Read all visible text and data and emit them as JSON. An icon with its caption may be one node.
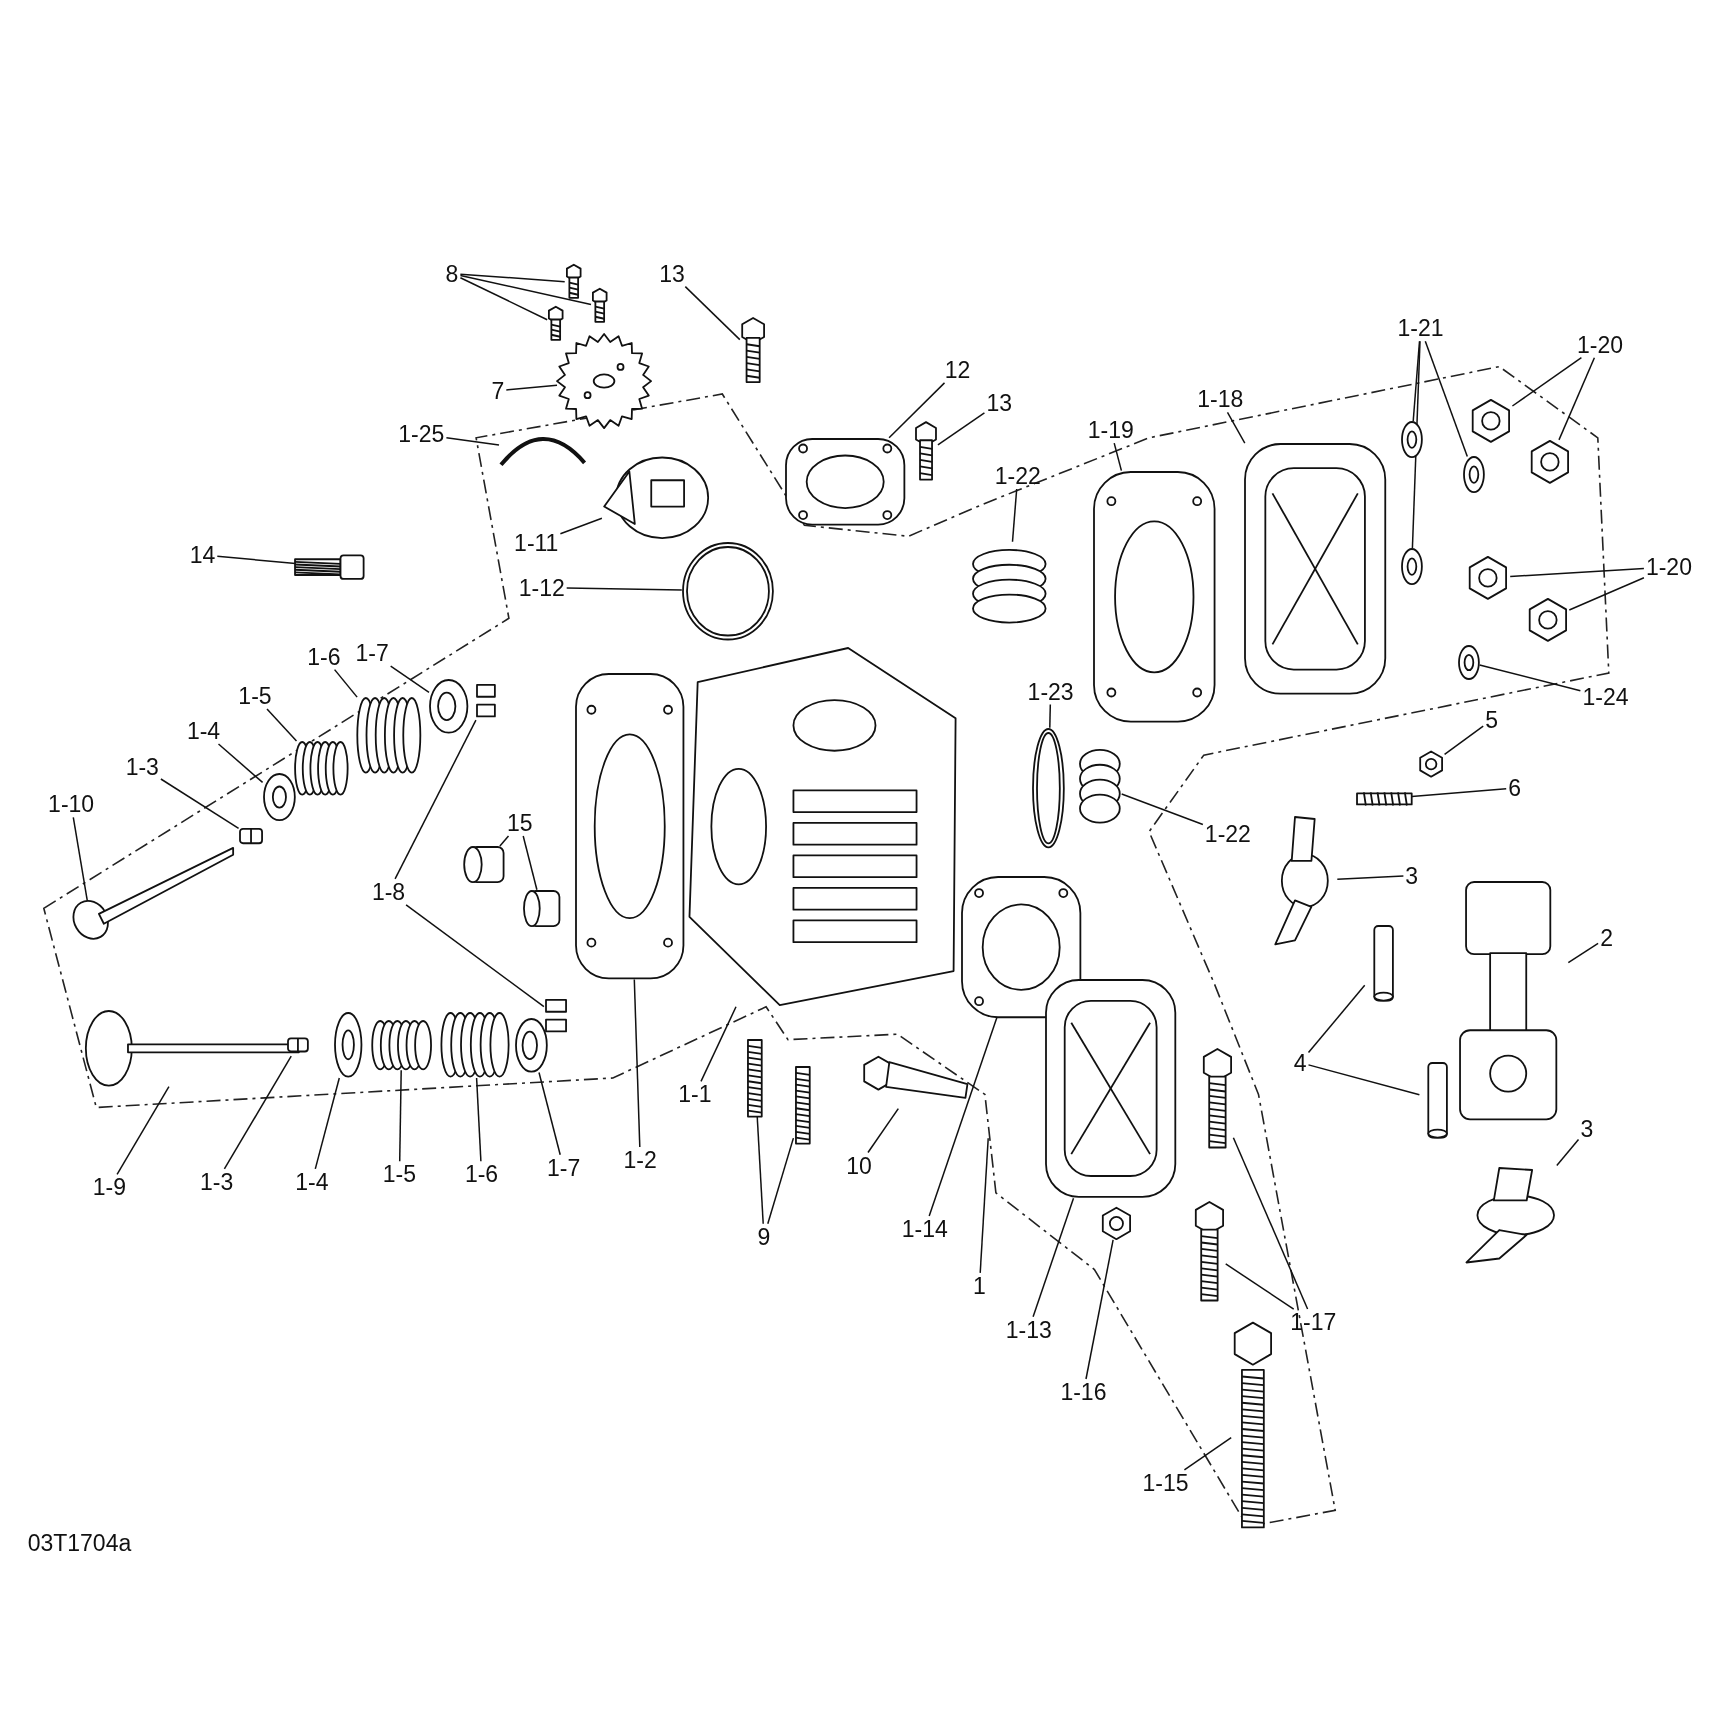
{
  "diagram": {
    "nodes": [
      {
        "text": [
          "8"
        ]
      },
      {
        "text": [],
        "shape": "screw"
      },
      {
        "text": [],
        "shape": "screw"
      },
      {
        "text": [],
        "shape": "screw"
      },
      {
        "text": [
          "13"
        ]
      },
      {
        "text": [],
        "shape": "bolt"
      },
      {
        "text": [
          "7"
        ]
      },
      {
        "text": [],
        "shape": "sprocket"
      },
      {
        "text": [
          "12"
        ]
      },
      {
        "text": [],
        "shape": "gasket"
      },
      {
        "text": [
          "13"
        ]
      },
      {
        "text": [],
        "shape": "bolt"
      },
      {
        "text": [
          "1-21"
        ]
      },
      {
        "text": [],
        "shape": "washer"
      },
      {
        "text": [],
        "shape": "washer"
      },
      {
        "text": [],
        "shape": "washer"
      },
      {
        "text": [
          "1-20"
        ]
      },
      {
        "text": [],
        "shape": "nut"
      },
      {
        "text": [],
        "shape": "nut"
      },
      {
        "text": [
          "1-18"
        ]
      },
      {
        "text": [],
        "shape": "cover"
      },
      {
        "text": [
          "1-19"
        ]
      },
      {
        "text": [],
        "shape": "gasket"
      },
      {
        "text": [
          "1-25"
        ]
      },
      {
        "text": [],
        "shape": "clip"
      },
      {
        "text": [
          "1-22"
        ]
      },
      {
        "text": [],
        "shape": "cap"
      },
      {
        "text": [
          "1-11"
        ]
      },
      {
        "text": [],
        "shape": "tensioner"
      },
      {
        "text": [
          "14"
        ]
      },
      {
        "text": [],
        "shape": "plug"
      },
      {
        "text": [
          "1-20"
        ]
      },
      {
        "text": [],
        "shape": "nut"
      },
      {
        "text": [],
        "shape": "nut"
      },
      {
        "text": [
          "1-12"
        ]
      },
      {
        "text": [],
        "shape": "ring"
      },
      {
        "text": [
          "1-7"
        ]
      },
      {
        "text": [],
        "shape": "retainer"
      },
      {
        "text": [
          "1-6"
        ]
      },
      {
        "text": [],
        "shape": "spring"
      },
      {
        "text": [
          "1-5"
        ]
      },
      {
        "text": [],
        "shape": "spring"
      },
      {
        "text": [
          "1-4"
        ]
      },
      {
        "text": [],
        "shape": "washer"
      },
      {
        "text": [
          "1-3"
        ]
      },
      {
        "text": [],
        "shape": "seal"
      },
      {
        "text": [
          "1-10"
        ]
      },
      {
        "text": [],
        "shape": "valve"
      },
      {
        "text": [
          "1-23"
        ]
      },
      {
        "text": [],
        "shape": "ring"
      },
      {
        "text": [
          "1-24"
        ]
      },
      {
        "text": [],
        "shape": "washer"
      },
      {
        "text": [
          "5"
        ]
      },
      {
        "text": [],
        "shape": "nut"
      },
      {
        "text": [
          "6"
        ]
      },
      {
        "text": [],
        "shape": "stud"
      },
      {
        "text": [
          "1-22"
        ]
      },
      {
        "text": [],
        "shape": "cap"
      },
      {
        "text": [
          "3"
        ]
      },
      {
        "text": [],
        "shape": "rocker"
      },
      {
        "text": [
          "15"
        ]
      },
      {
        "text": [],
        "shape": "bushing"
      },
      {
        "text": [],
        "shape": "bushing"
      },
      {
        "text": [
          "1-8"
        ]
      },
      {
        "text": [],
        "shape": "keeper"
      },
      {
        "text": [],
        "shape": "keeper"
      },
      {
        "text": [
          "2"
        ]
      },
      {
        "text": [],
        "shape": "camshaft"
      },
      {
        "text": [
          "4"
        ]
      },
      {
        "text": [],
        "shape": "pin"
      },
      {
        "text": [],
        "shape": "pin"
      },
      {
        "text": [
          "3"
        ]
      },
      {
        "text": [],
        "shape": "rocker"
      },
      {
        "text": [
          "1-1"
        ]
      },
      {
        "text": [],
        "shape": "head"
      },
      {
        "text": [
          "1-2"
        ]
      },
      {
        "text": [],
        "shape": "gasket"
      },
      {
        "text": [
          "10"
        ]
      },
      {
        "text": [],
        "shape": "sensor"
      },
      {
        "text": [
          "9"
        ]
      },
      {
        "text": [],
        "shape": "stud"
      },
      {
        "text": [],
        "shape": "stud"
      },
      {
        "text": [
          "1-9"
        ]
      },
      {
        "text": [],
        "shape": "valve"
      },
      {
        "text": [
          "1-3"
        ]
      },
      {
        "text": [],
        "shape": "seal"
      },
      {
        "text": [
          "1-4"
        ]
      },
      {
        "text": [],
        "shape": "washer"
      },
      {
        "text": [
          "1-5"
        ]
      },
      {
        "text": [],
        "shape": "spring"
      },
      {
        "text": [
          "1-6"
        ]
      },
      {
        "text": [],
        "shape": "spring"
      },
      {
        "text": [
          "1-7"
        ]
      },
      {
        "text": [],
        "shape": "retainer"
      },
      {
        "text": [
          "1-14"
        ]
      },
      {
        "text": [],
        "shape": "gasket"
      },
      {
        "text": [
          "1"
        ]
      },
      {
        "text": [
          "1-13"
        ]
      },
      {
        "text": [],
        "shape": "cover"
      },
      {
        "text": [
          "1-16"
        ]
      },
      {
        "text": [],
        "shape": "nut"
      },
      {
        "text": [
          "1-17"
        ]
      },
      {
        "text": [],
        "shape": "bolt"
      },
      {
        "text": [],
        "shape": "bolt"
      },
      {
        "text": [
          "1-15"
        ]
      },
      {
        "text": [],
        "shape": "bolt"
      }
    ],
    "edges": [
      {
        "from": 0,
        "to": 1,
        "arrow": "none"
      },
      {
        "from": 0,
        "to": 2,
        "arrow": "none"
      },
      {
        "from": 0,
        "to": 3,
        "arrow": "none"
      },
      {
        "from": 4,
        "to": 5,
        "arrow": "none"
      },
      {
        "from": 6,
        "to": 7,
        "arrow": "none"
      },
      {
        "from": 8,
        "to": 9,
        "arrow": "none"
      },
      {
        "from": 10,
        "to": 11,
        "arrow": "none"
      },
      {
        "from": 12,
        "to": 13,
        "arrow": "none"
      },
      {
        "from": 12,
        "to": 14,
        "arrow": "none"
      },
      {
        "from": 12,
        "to": 15,
        "arrow": "none"
      },
      {
        "from": 16,
        "to": 17,
        "arrow": "none"
      },
      {
        "from": 16,
        "to": 18,
        "arrow": "none"
      },
      {
        "from": 19,
        "to": 20,
        "arrow": "none"
      },
      {
        "from": 21,
        "to": 22,
        "arrow": "none"
      },
      {
        "from": 23,
        "to": 24,
        "arrow": "none"
      },
      {
        "from": 25,
        "to": 26,
        "arrow": "none"
      },
      {
        "from": 27,
        "to": 28,
        "arrow": "none"
      },
      {
        "from": 29,
        "to": 30,
        "arrow": "none"
      },
      {
        "from": 31,
        "to": 32,
        "arrow": "none"
      },
      {
        "from": 31,
        "to": 33,
        "arrow": "none"
      },
      {
        "from": 34,
        "to": 35,
        "arrow": "none"
      },
      {
        "from": 36,
        "to": 37,
        "arrow": "none"
      },
      {
        "from": 38,
        "to": 39,
        "arrow": "none"
      },
      {
        "from": 40,
        "to": 41,
        "arrow": "none"
      },
      {
        "from": 42,
        "to": 43,
        "arrow": "none"
      },
      {
        "from": 44,
        "to": 45,
        "arrow": "none"
      },
      {
        "from": 46,
        "to": 47,
        "arrow": "none"
      },
      {
        "from": 48,
        "to": 49,
        "arrow": "none"
      },
      {
        "from": 50,
        "to": 51,
        "arrow": "none"
      },
      {
        "from": 52,
        "to": 53,
        "arrow": "none"
      },
      {
        "from": 54,
        "to": 55,
        "arrow": "none"
      },
      {
        "from": 56,
        "to": 57,
        "arrow": "none"
      },
      {
        "from": 58,
        "to": 59,
        "arrow": "none"
      },
      {
        "from": 60,
        "to": 61,
        "arrow": "none"
      },
      {
        "from": 60,
        "to": 62,
        "arrow": "none"
      },
      {
        "from": 63,
        "to": 64,
        "arrow": "none"
      },
      {
        "from": 63,
        "to": 65,
        "arrow": "none"
      },
      {
        "from": 66,
        "to": 67,
        "arrow": "none"
      },
      {
        "from": 68,
        "to": 69,
        "arrow": "none"
      },
      {
        "from": 68,
        "to": 70,
        "arrow": "none"
      },
      {
        "from": 71,
        "to": 72,
        "arrow": "none"
      },
      {
        "from": 73,
        "to": 74,
        "arrow": "none"
      },
      {
        "from": 75,
        "to": 76,
        "arrow": "none"
      },
      {
        "from": 77,
        "to": 78,
        "arrow": "none"
      },
      {
        "from": 79,
        "to": 80,
        "arrow": "none"
      },
      {
        "from": 79,
        "to": 81,
        "arrow": "none"
      },
      {
        "from": 82,
        "to": 83,
        "arrow": "none"
      },
      {
        "from": 84,
        "to": 85,
        "arrow": "none"
      },
      {
        "from": 86,
        "to": 87,
        "arrow": "none"
      },
      {
        "from": 88,
        "to": 89,
        "arrow": "none"
      },
      {
        "from": 90,
        "to": 91,
        "arrow": "none"
      },
      {
        "from": 92,
        "to": 93,
        "arrow": "none"
      },
      {
        "from": 94,
        "to": 95,
        "arrow": "none"
      },
      {
        "from": 96,
        "to": null,
        "arrow": "none"
      },
      {
        "from": 97,
        "to": 98,
        "arrow": "none"
      },
      {
        "from": 99,
        "to": 100,
        "arrow": "none"
      },
      {
        "from": 101,
        "to": 102,
        "arrow": "none"
      },
      {
        "from": 101,
        "to": 103,
        "arrow": "none"
      },
      {
        "from": 104,
        "to": 105,
        "arrow": "none"
      }
    ],
    "labels": [
      "03T1704a"
    ]
  }
}
